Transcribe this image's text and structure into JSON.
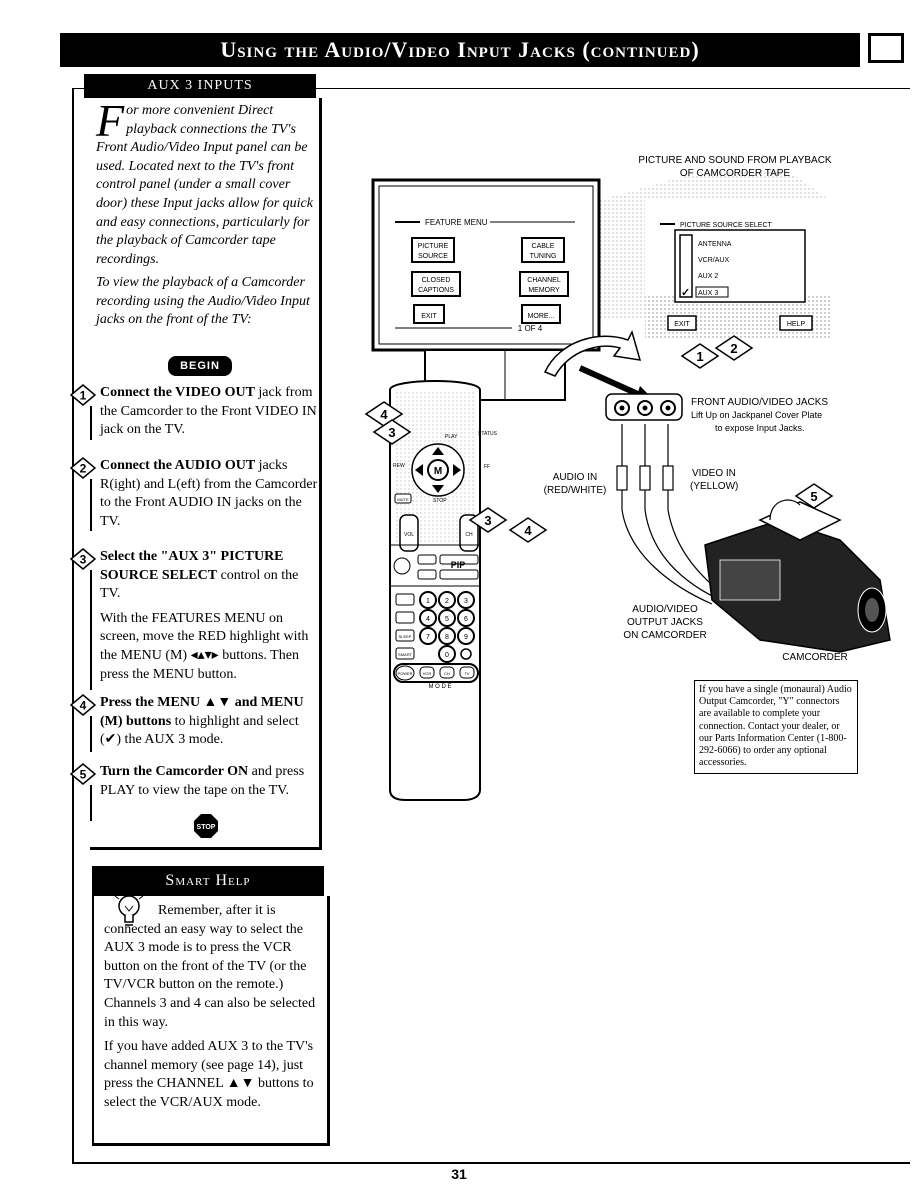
{
  "header": {
    "title": "Using the Audio/Video Input Jacks (continued)"
  },
  "aux_section": {
    "heading": "AUX 3 INPUTS",
    "drop_cap": "F",
    "intro": "or more convenient Direct playback connections the TV's Front Audio/Video Input panel can be used. Located next to the TV's front control panel (under a small cover door) these Input jacks allow for quick and easy connections, particularly for the playback of Camcorder tape recordings.",
    "intro2": "To view the playback of a Camcorder recording using the Audio/Video Input jacks on the front of the TV:",
    "begin_label": "BEGIN"
  },
  "steps": [
    {
      "number": "1",
      "bold": "Connect the VIDEO OUT",
      "text": " jack from the Camcorder to the Front VIDEO IN jack on the TV."
    },
    {
      "number": "2",
      "bold": "Connect the AUDIO OUT",
      "text": " jacks R(ight) and L(eft) from the Camcorder to the Front AUDIO IN jacks on the TV."
    },
    {
      "number": "3",
      "bold": "Select the \"AUX 3\" PICTURE SOURCE SELECT",
      "text": " control on the TV.",
      "extra": "With the FEATURES MENU on screen, move the RED highlight with the MENU (M) ◂▴▾▸ buttons. Then press the MENU button."
    },
    {
      "number": "4",
      "bold": "Press the MENU ▲▼ and MENU (M) buttons",
      "text": " to highlight and select (✔) the AUX 3 mode."
    },
    {
      "number": "5",
      "bold": "Turn the Camcorder ON",
      "text": " and press PLAY to view the tape on the TV."
    }
  ],
  "stop_label": "STOP",
  "smart_help": {
    "title": "Smart Help",
    "p1": "Remember, after it is connected an easy way to select the AUX 3 mode is to press the VCR button on the front of the TV (or the TV/VCR button on the remote.) Channels 3 and 4 can also be selected in this way.",
    "p2": "If you have added AUX 3 to the TV's channel memory (see page 14), just press the CHANNEL ▲▼ buttons to select the VCR/AUX mode."
  },
  "diagram": {
    "picture_caption": "PICTURE AND SOUND FROM PLAYBACK OF CAMCORDER TAPE",
    "feature_menu": {
      "title": "FEATURE MENU",
      "items": [
        "PICTURE SOURCE",
        "CABLE TUNING",
        "CLOSED CAPTIONS",
        "CHANNEL MEMORY",
        "EXIT",
        "MORE..."
      ],
      "page": "1 OF 4"
    },
    "source_menu": {
      "title": "PICTURE SOURCE SELECT",
      "options": [
        "ANTENNA",
        "VCR/AUX",
        "AUX 2",
        "AUX 3"
      ],
      "exit": "EXIT",
      "help": "HELP"
    },
    "front_jacks_title": "FRONT AUDIO/VIDEO JACKS",
    "front_jacks_sub": "Lift Up on Jackpanel Cover Plate to expose Input Jacks.",
    "audio_in": "AUDIO IN",
    "audio_in_colors": "(RED/WHITE)",
    "video_in": "VIDEO IN",
    "video_in_color": "(YELLOW)",
    "camcorder_jacks": "AUDIO/VIDEO OUTPUT JACKS ON CAMCORDER",
    "camcorder_label": "CAMCORDER",
    "remote_labels": {
      "pip": "PIP",
      "mode": "M O D E",
      "rew": "REW",
      "ff": "FF",
      "play": "PLAY",
      "stop": "STOP",
      "status": "STATUS",
      "mute": "MUTE",
      "power": "POWER",
      "vcr": "VCR",
      "ch": "CH",
      "tv": "TV",
      "sleep": "SLEEP",
      "smart": "SMART",
      "vol": "VOL"
    }
  },
  "note": "If you have a single (monaural) Audio Output Camcorder, \"Y\" connectors are available to complete your connection. Contact your dealer, or our Parts Information Center (1-800-292-6066) to order any optional accessories.",
  "page_number": "31"
}
